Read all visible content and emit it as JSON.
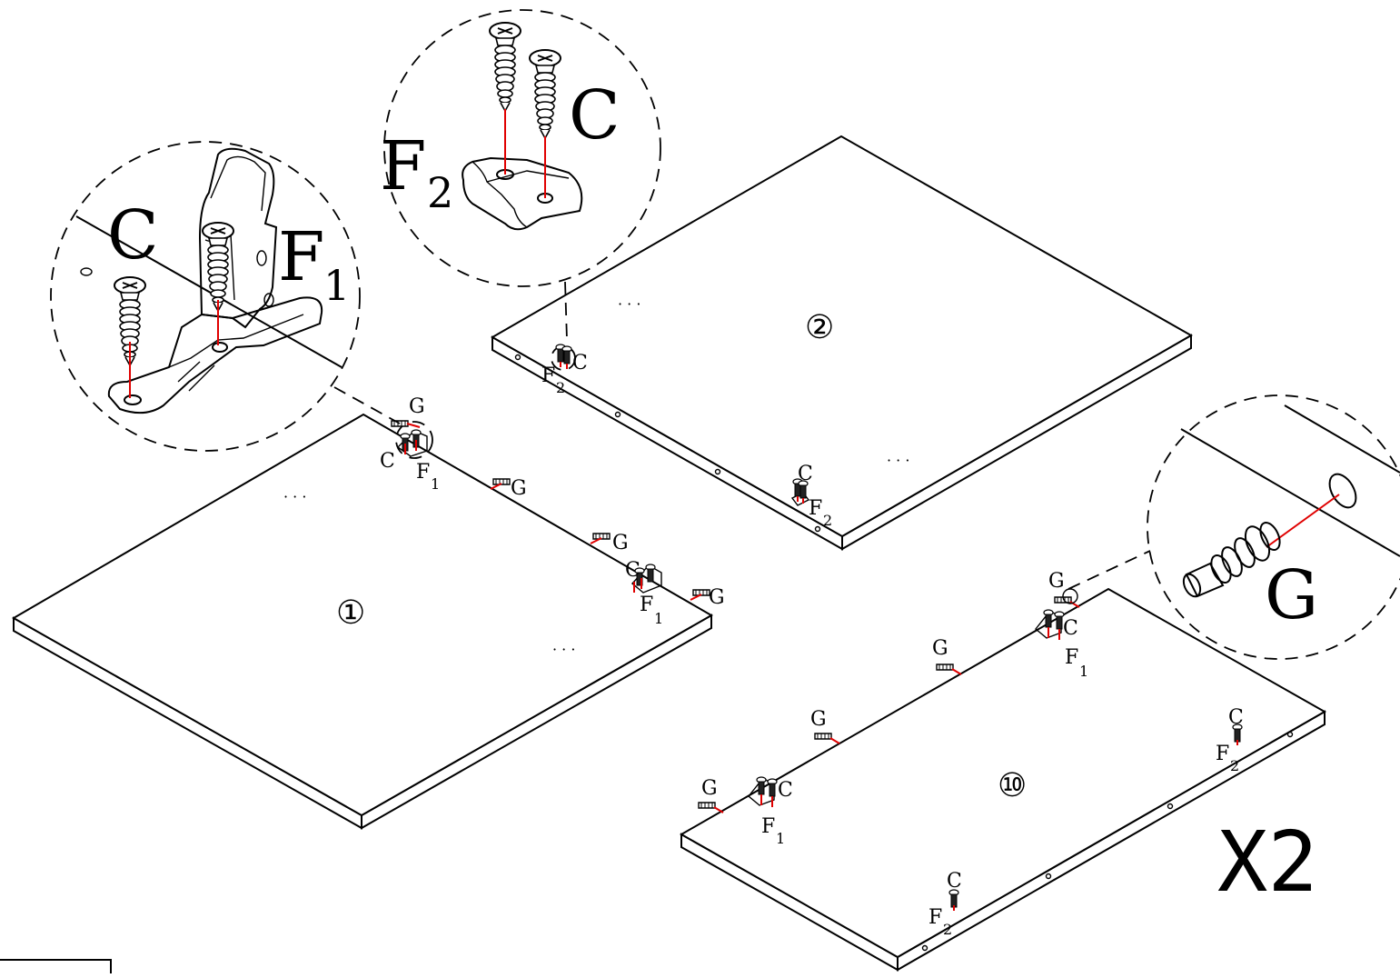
{
  "figure": {
    "quantity": "X2",
    "panels": [
      {
        "id": "panel-1",
        "number": "①"
      },
      {
        "id": "panel-2",
        "number": "②"
      },
      {
        "id": "panel-10",
        "number": "⑩"
      }
    ],
    "callouts": {
      "bracket": {
        "screw": "C",
        "bracket": "F",
        "bracket_sub": "1"
      },
      "cam": {
        "bracket": "F",
        "bracket_sub": "2",
        "screw": "C"
      },
      "dowel": {
        "part": "G"
      }
    },
    "part_labels": {
      "screw": "C",
      "dowel": "G",
      "bracket_f": "F",
      "sub1": "1",
      "sub2": "2",
      "dots": "· · ·"
    }
  }
}
